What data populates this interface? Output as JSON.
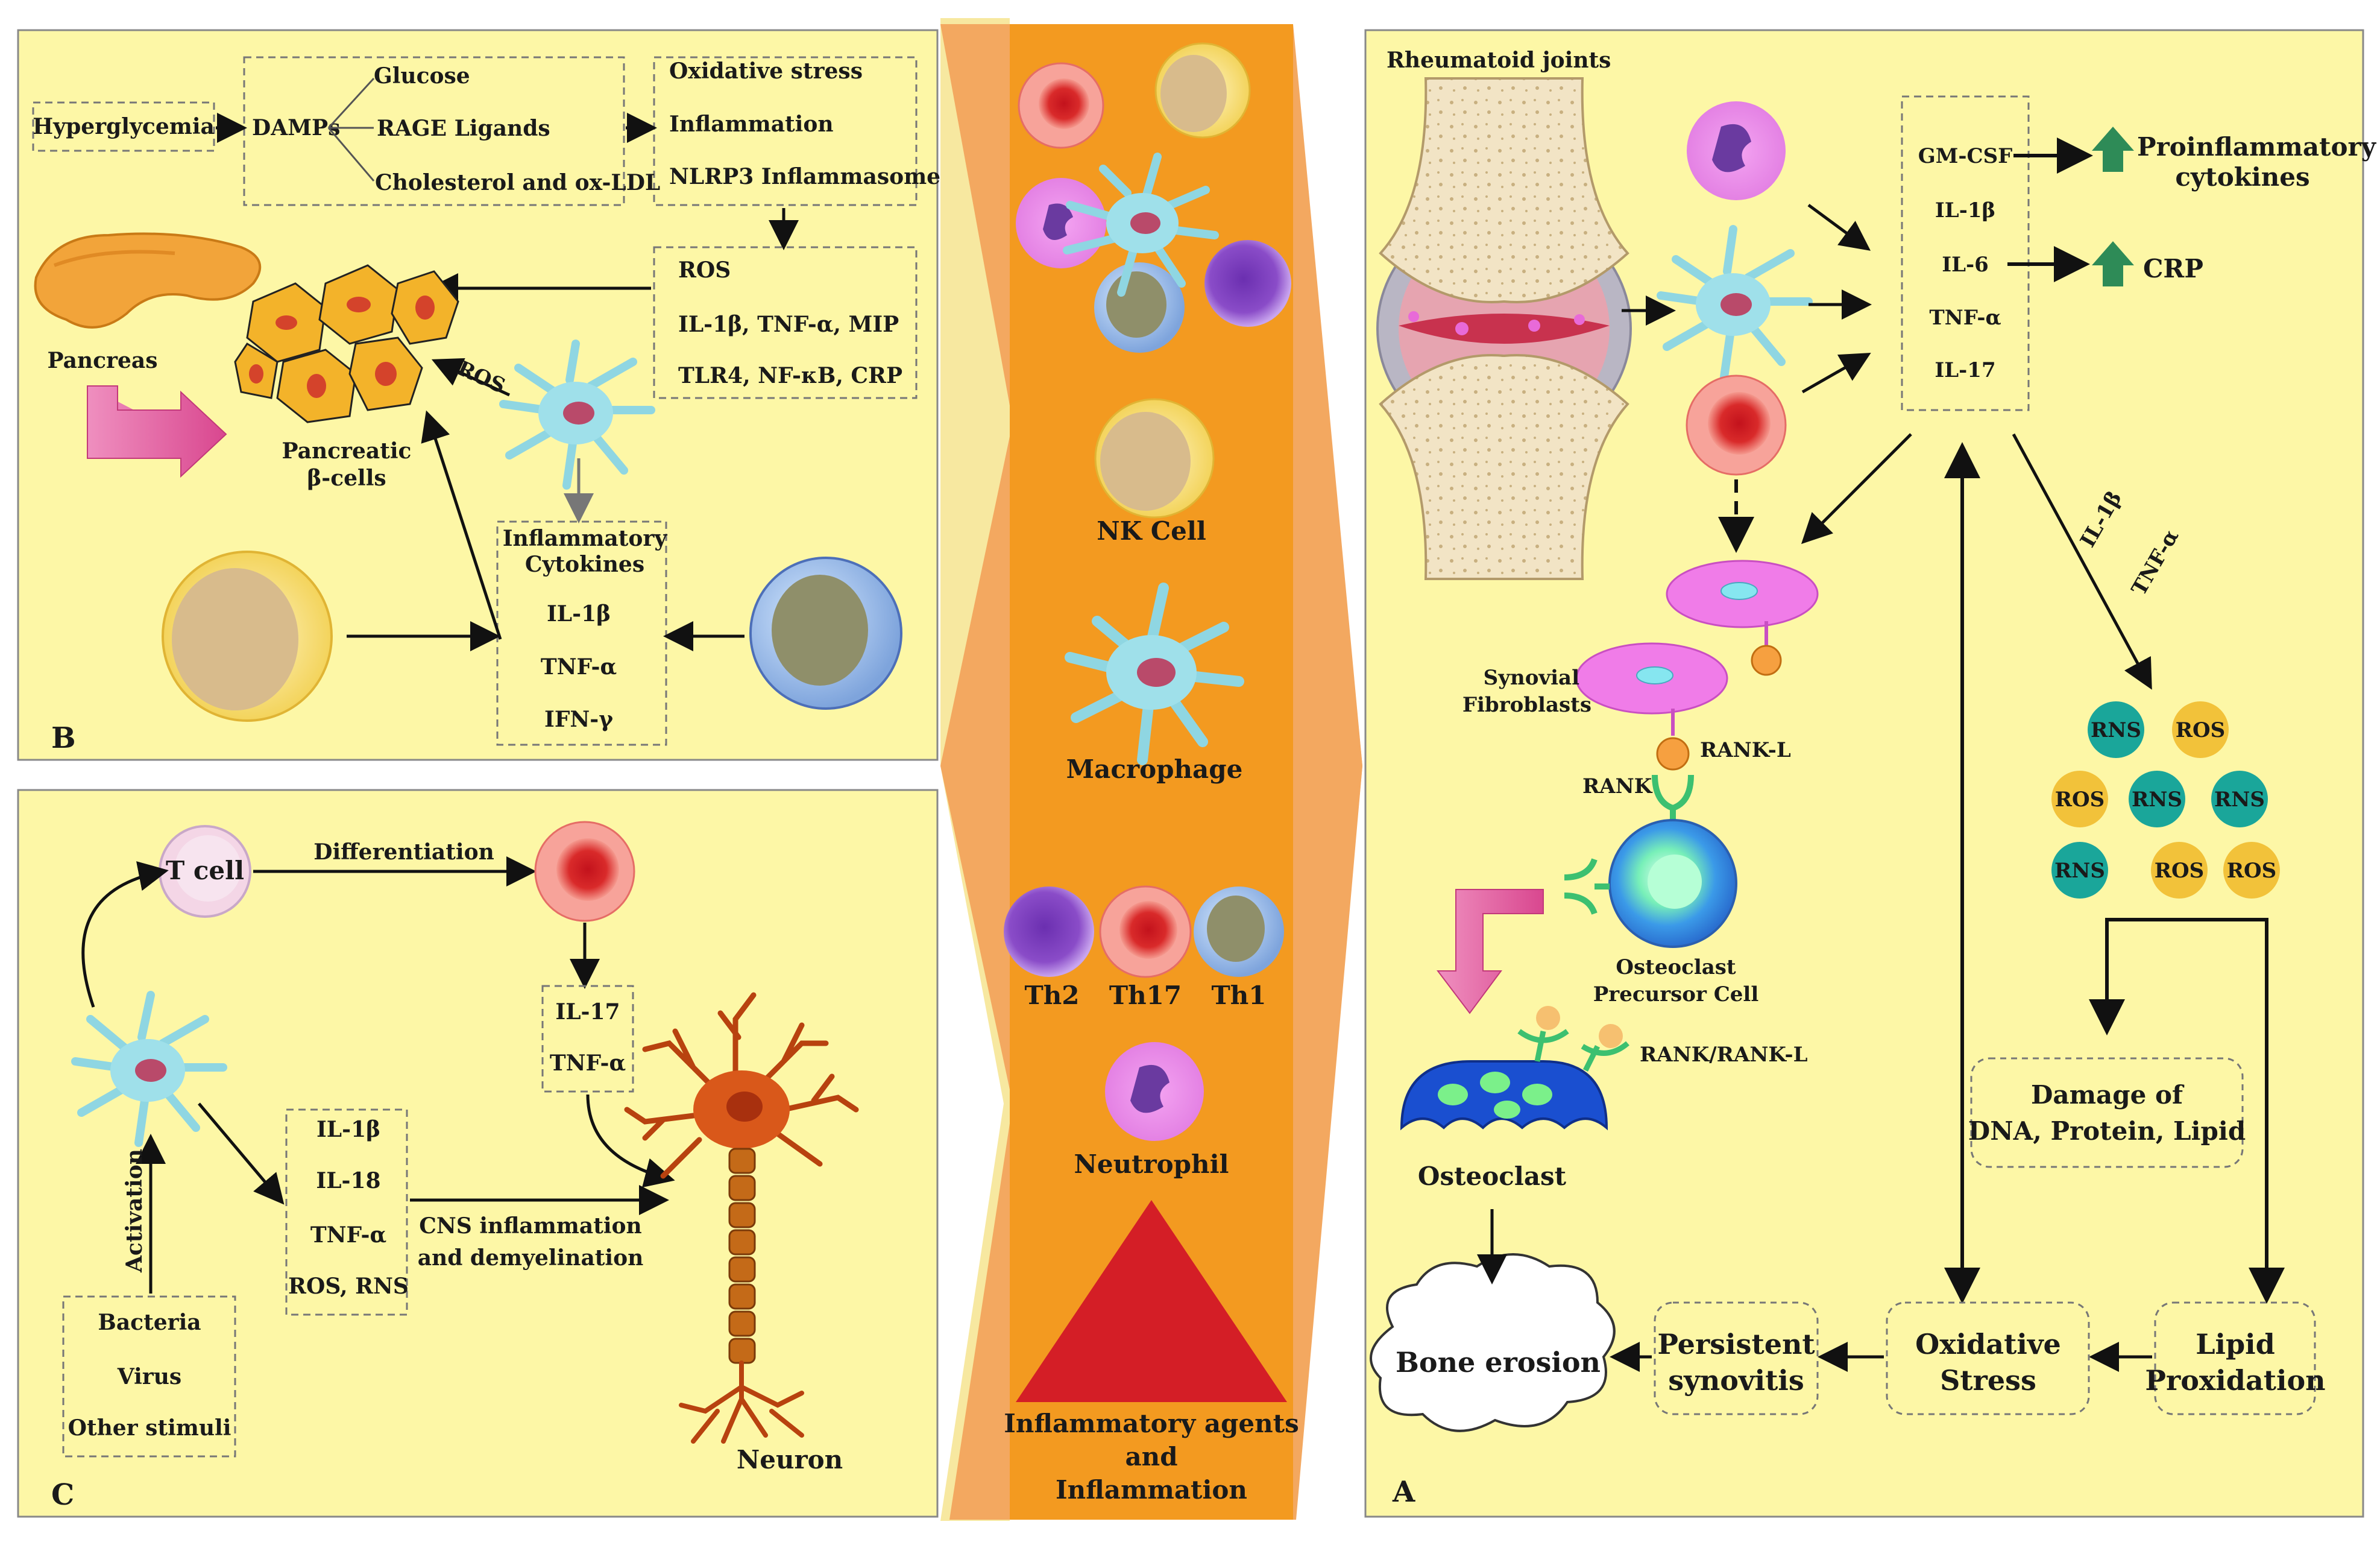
{
  "panel_b": {
    "letter": "B",
    "hyperglycemia": "Hyperglycemia",
    "damps": "DAMPs",
    "glucose": "Glucose",
    "rage": "RAGE Ligands",
    "cholesterol": "Cholesterol and ox-LDL",
    "ox_stress": "Oxidative stress",
    "inflammation": "Inflammation",
    "nlrp3": "NLRP3 Inflammasome",
    "ros": "ROS",
    "il1b_tnf_mip": "IL-1β, TNF-α, MIP",
    "tlr4": "TLR4, NF-κB, CRP",
    "pancreas": "Pancreas",
    "beta_cells_1": "Pancreatic",
    "beta_cells_2": "β-cells",
    "ros_arrow": "ROS",
    "cyto_1": "Inflammatory",
    "cyto_2": "Cytokines",
    "il1b": "IL-1β",
    "tnfa": "TNF-α",
    "ifng": "IFN-γ"
  },
  "panel_c": {
    "letter": "C",
    "tcell": "T cell",
    "differentiation": "Differentiation",
    "il17": "IL-17",
    "tnfa": "TNF-α",
    "il1b": "IL-1β",
    "il18": "IL-18",
    "tnfa2": "TNF-α",
    "ros_rns": "ROS, RNS",
    "cns_1": "CNS inflammation",
    "cns_2": "and demyelination",
    "activation": "Activation",
    "bacteria": "Bacteria",
    "virus": "Virus",
    "other": "Other stimuli",
    "neuron": "Neuron"
  },
  "center": {
    "nk": "NK Cell",
    "macrophage": "Macrophage",
    "th2": "Th2",
    "th17": "Th17",
    "th1": "Th1",
    "neutrophil": "Neutrophil",
    "agents_1": "Inflammatory agents",
    "agents_2": "and",
    "agents_3": "Inflammation"
  },
  "panel_a": {
    "letter": "A",
    "joints": "Rheumatoid joints",
    "gmcsf": "GM-CSF",
    "il1b": "IL-1β",
    "il6": "IL-6",
    "tnfa": "TNF-α",
    "il17": "IL-17",
    "proinf_1": "Proinflammatory",
    "proinf_2": "cytokines",
    "crp": "CRP",
    "arrow_il1b": "IL-1β",
    "arrow_tnfa": "TNF-α",
    "rns": "RNS",
    "ros": "ROS",
    "syn_1": "Synovial",
    "syn_2": "Fibroblasts",
    "rankl": "RANK-L",
    "rank": "RANK",
    "ocp_1": "Osteoclast",
    "ocp_2": "Precursor Cell",
    "rank_rankl": "RANK/RANK-L",
    "osteoclast": "Osteoclast",
    "damage_1": "Damage of",
    "damage_2": "DNA, Protein, Lipid",
    "bone": "Bone erosion",
    "syno_1": "Persistent",
    "syno_2": "synovitis",
    "oxs_1": "Oxidative",
    "oxs_2": "Stress",
    "lip_1": "Lipid",
    "lip_2": "Proxidation"
  },
  "colors": {
    "panel_bg": "#fdf7a6",
    "center_bg": "#f39a20",
    "center_frame": "#f3a860",
    "red_triangle": "#d41e26",
    "pink_arrow": "#e0609b",
    "green_up": "#2e8b57",
    "rns": "#1aa69a",
    "ros": "#f2c23a"
  }
}
